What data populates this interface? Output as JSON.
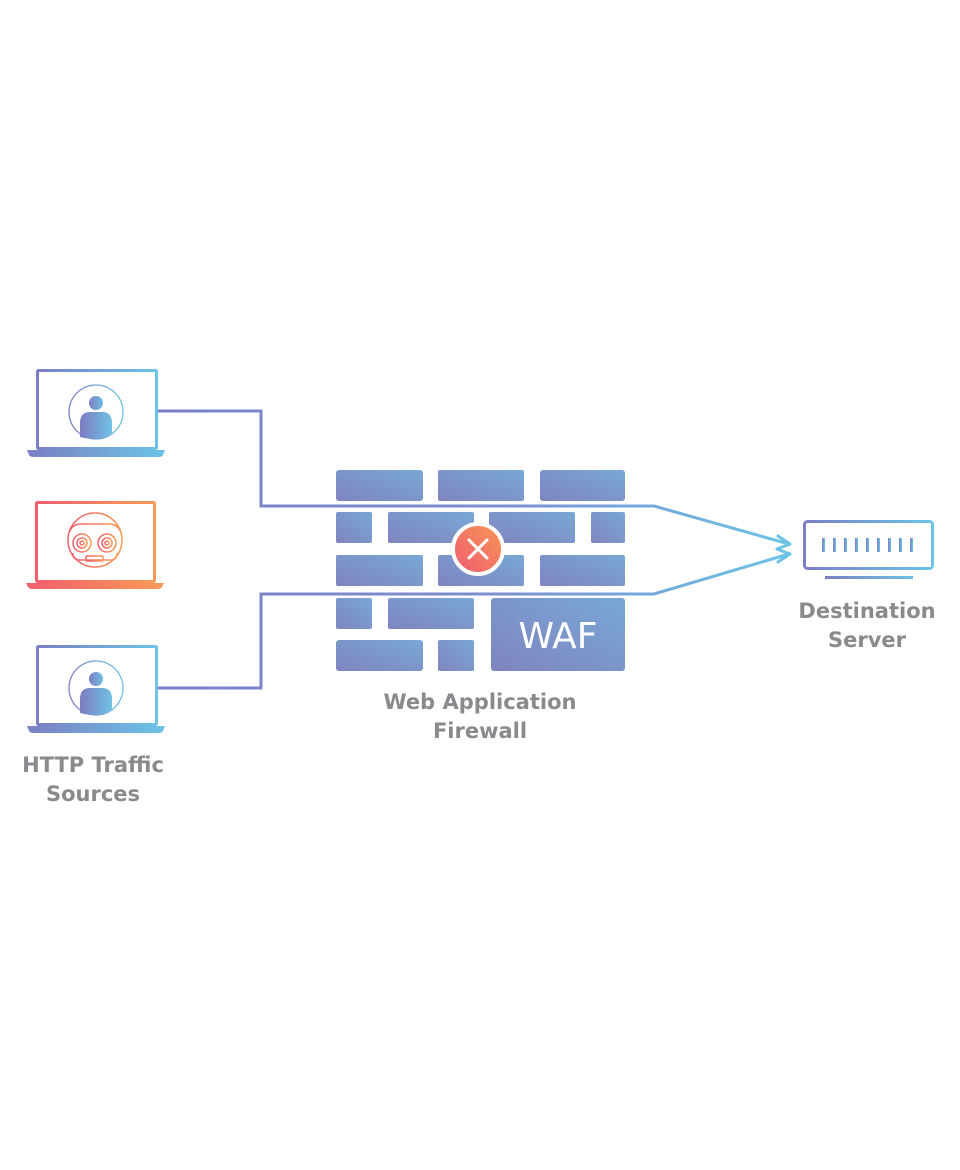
{
  "diagram": {
    "title": "Web Application Firewall traffic flow",
    "sources": {
      "label_line1": "HTTP Traffic",
      "label_line2": "Sources",
      "items": [
        {
          "type": "user",
          "icon": "person-icon",
          "status": "allowed"
        },
        {
          "type": "bot",
          "icon": "robot-icon",
          "status": "blocked"
        },
        {
          "type": "user",
          "icon": "person-icon",
          "status": "allowed"
        }
      ]
    },
    "firewall": {
      "label_line1": "Web Application",
      "label_line2": "Firewall",
      "badge": "WAF",
      "block_icon": "x-circle-icon"
    },
    "destination": {
      "label_line1": "Destination",
      "label_line2": "Server",
      "icon": "server-icon"
    },
    "colors": {
      "user_gradient_start": "#7b7fc4",
      "user_gradient_end": "#6cc3e6",
      "bot_gradient_start": "#f25f6e",
      "bot_gradient_end": "#f79a57",
      "wall_start": "#7f86c2",
      "wall_end": "#77a9d6",
      "label_gray": "#8a8a8e",
      "path_purple": "#7b7fc4",
      "arrow_blue": "#6cc3e6"
    }
  }
}
